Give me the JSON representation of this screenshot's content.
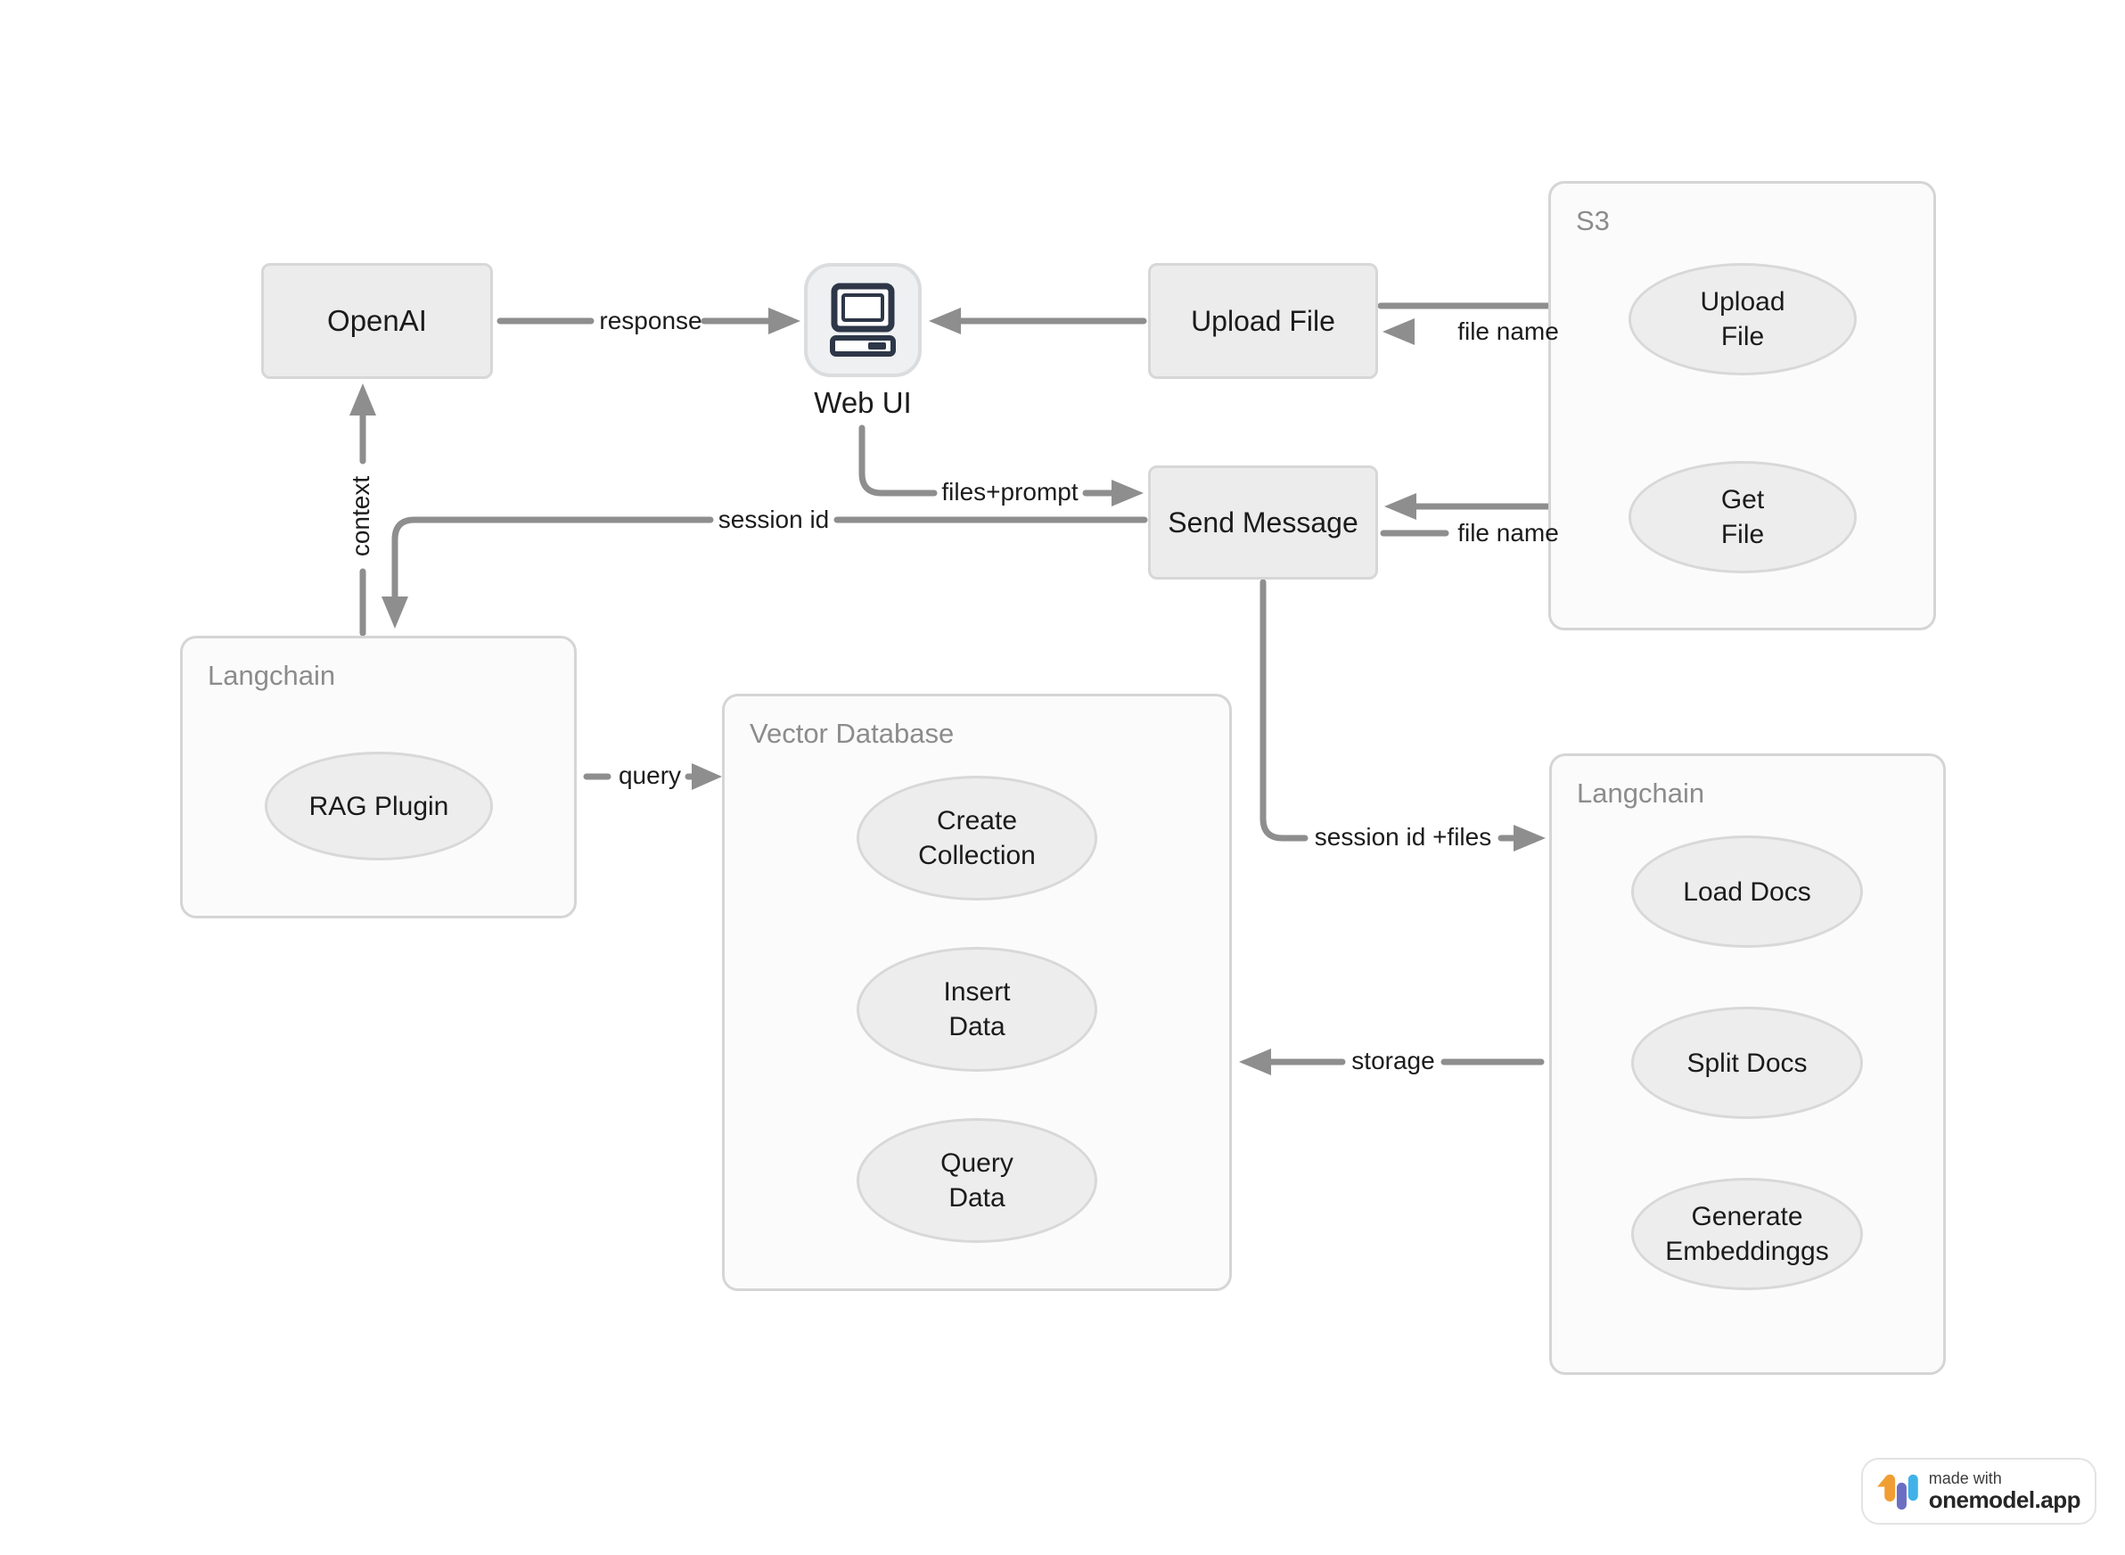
{
  "diagram": {
    "nodes": {
      "openai": {
        "label": "OpenAI"
      },
      "web_ui": {
        "label": "Web UI"
      },
      "upload_file": {
        "label": "Upload File"
      },
      "send_message": {
        "label": "Send Message"
      }
    },
    "groups": {
      "s3": {
        "label": "S3"
      },
      "langchain_left": {
        "label": "Langchain"
      },
      "vector_db": {
        "label": "Vector Database"
      },
      "langchain_right": {
        "label": "Langchain"
      }
    },
    "processes": {
      "s3_upload_file": {
        "line1": "Upload",
        "line2": "File"
      },
      "s3_get_file": {
        "line1": "Get",
        "line2": "File"
      },
      "rag_plugin": {
        "line1": "RAG Plugin"
      },
      "create_collection": {
        "line1": "Create",
        "line2": "Collection"
      },
      "insert_data": {
        "line1": "Insert",
        "line2": "Data"
      },
      "query_data": {
        "line1": "Query",
        "line2": "Data"
      },
      "load_docs": {
        "line1": "Load Docs"
      },
      "split_docs": {
        "line1": "Split Docs"
      },
      "generate_embeddings": {
        "line1": "Generate",
        "line2": "Embeddinggs"
      }
    },
    "edges": {
      "response": "response",
      "file_name_upload": "file name",
      "file_name_get": "file name",
      "files_prompt": "files+prompt",
      "session_id": "session id",
      "context": "context",
      "query": "query",
      "session_id_files": "session id +files",
      "storage": "storage"
    },
    "colors": {
      "arrow": "#8e8e8e",
      "node_fill": "#ececec",
      "node_border": "#d7d7d7",
      "group_fill": "#fbfbfb",
      "group_border": "#d5d5d5",
      "group_label": "#8c8c8c",
      "icon_glyph": "#2d3748"
    }
  },
  "badge": {
    "made_with": "made with",
    "brand": "onemodel.app",
    "logo_colors": {
      "bar_orange": "#f09e33",
      "bar_purple": "#6b6fc3",
      "bar_blue": "#41b2e8"
    }
  }
}
